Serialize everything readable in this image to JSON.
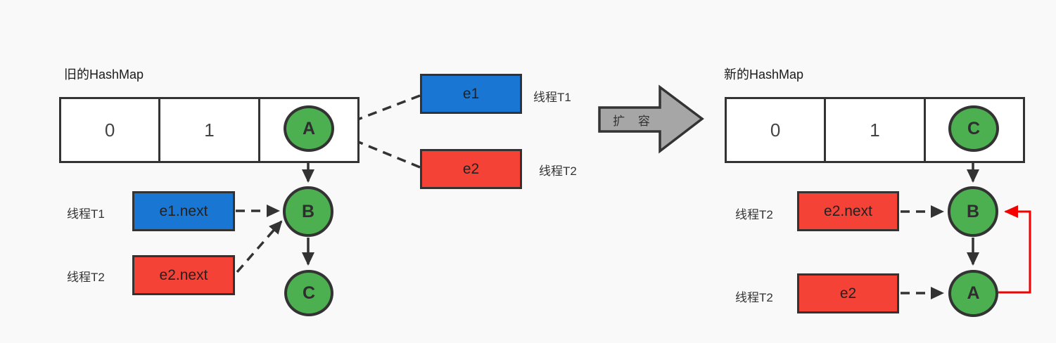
{
  "colors": {
    "node_green": "#4caf50",
    "pointer_blue": "#1976d2",
    "pointer_red": "#f44336",
    "loop_arrow_red": "#f40000",
    "expand_arrow_gray": "#a6a6a6",
    "line_dark": "#333333",
    "background": "#f9f9f9"
  },
  "old_hashmap": {
    "title": "旧的HashMap",
    "array_cells": [
      "0",
      "1"
    ],
    "bucket_node": "A",
    "chain_nodes": [
      "B",
      "C"
    ],
    "top_pointers": [
      {
        "label": "e1",
        "thread": "线程T1"
      },
      {
        "label": "e2",
        "thread": "线程T2"
      }
    ],
    "next_pointers": [
      {
        "label": "e1.next",
        "thread": "线程T1"
      },
      {
        "label": "e2.next",
        "thread": "线程T2"
      }
    ]
  },
  "transition": {
    "label": "扩 容"
  },
  "new_hashmap": {
    "title": "新的HashMap",
    "array_cells": [
      "0",
      "1"
    ],
    "bucket_node": "C",
    "chain_nodes": [
      "B",
      "A"
    ],
    "pointers": [
      {
        "label": "e2.next",
        "thread": "线程T2"
      },
      {
        "label": "e2",
        "thread": "线程T2"
      }
    ]
  }
}
